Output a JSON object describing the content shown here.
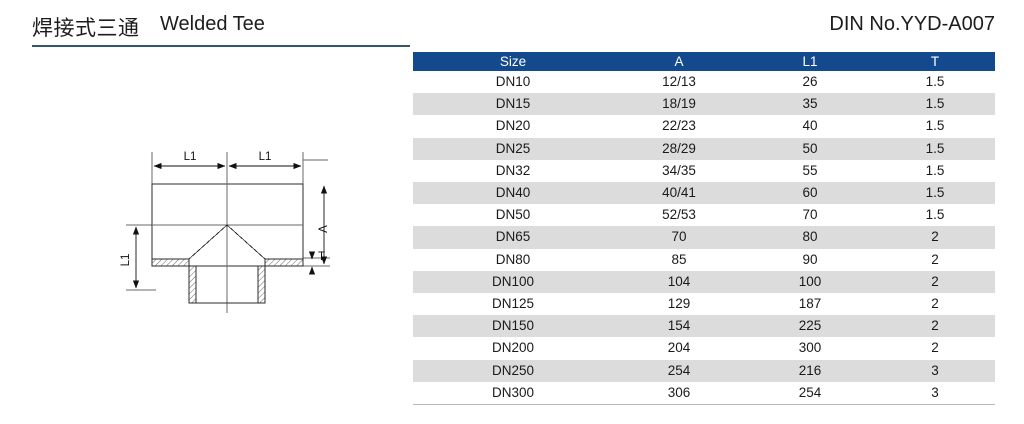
{
  "header": {
    "title_cn": "焊接式三通",
    "title_en": "Welded Tee",
    "standard": "DIN   No.YYD-A007",
    "rule_color": "#33596b"
  },
  "table": {
    "header_bg": "#134a8e",
    "stripe_bg": "#dcdcdc",
    "columns": [
      "Size",
      "A",
      "L1",
      "T"
    ],
    "rows": [
      {
        "size": "DN10",
        "a": "12/13",
        "l1": "26",
        "t": "1.5"
      },
      {
        "size": "DN15",
        "a": "18/19",
        "l1": "35",
        "t": "1.5"
      },
      {
        "size": "DN20",
        "a": "22/23",
        "l1": "40",
        "t": "1.5"
      },
      {
        "size": "DN25",
        "a": "28/29",
        "l1": "50",
        "t": "1.5"
      },
      {
        "size": "DN32",
        "a": "34/35",
        "l1": "55",
        "t": "1.5"
      },
      {
        "size": "DN40",
        "a": "40/41",
        "l1": "60",
        "t": "1.5"
      },
      {
        "size": "DN50",
        "a": "52/53",
        "l1": "70",
        "t": "1.5"
      },
      {
        "size": "DN65",
        "a": "70",
        "l1": "80",
        "t": "2"
      },
      {
        "size": "DN80",
        "a": "85",
        "l1": "90",
        "t": "2"
      },
      {
        "size": "DN100",
        "a": "104",
        "l1": "100",
        "t": "2"
      },
      {
        "size": "DN125",
        "a": "129",
        "l1": "187",
        "t": "2"
      },
      {
        "size": "DN150",
        "a": "154",
        "l1": "225",
        "t": "2"
      },
      {
        "size": "DN200",
        "a": "204",
        "l1": "300",
        "t": "2"
      },
      {
        "size": "DN250",
        "a": "254",
        "l1": "216",
        "t": "3"
      },
      {
        "size": "DN300",
        "a": "306",
        "l1": "254",
        "t": "3"
      }
    ]
  },
  "drawing": {
    "labels": {
      "l1_top_left": "L1",
      "l1_top_right": "L1",
      "l1_vertical": "L1",
      "a_vertical": "A",
      "t_wall": "T"
    }
  }
}
